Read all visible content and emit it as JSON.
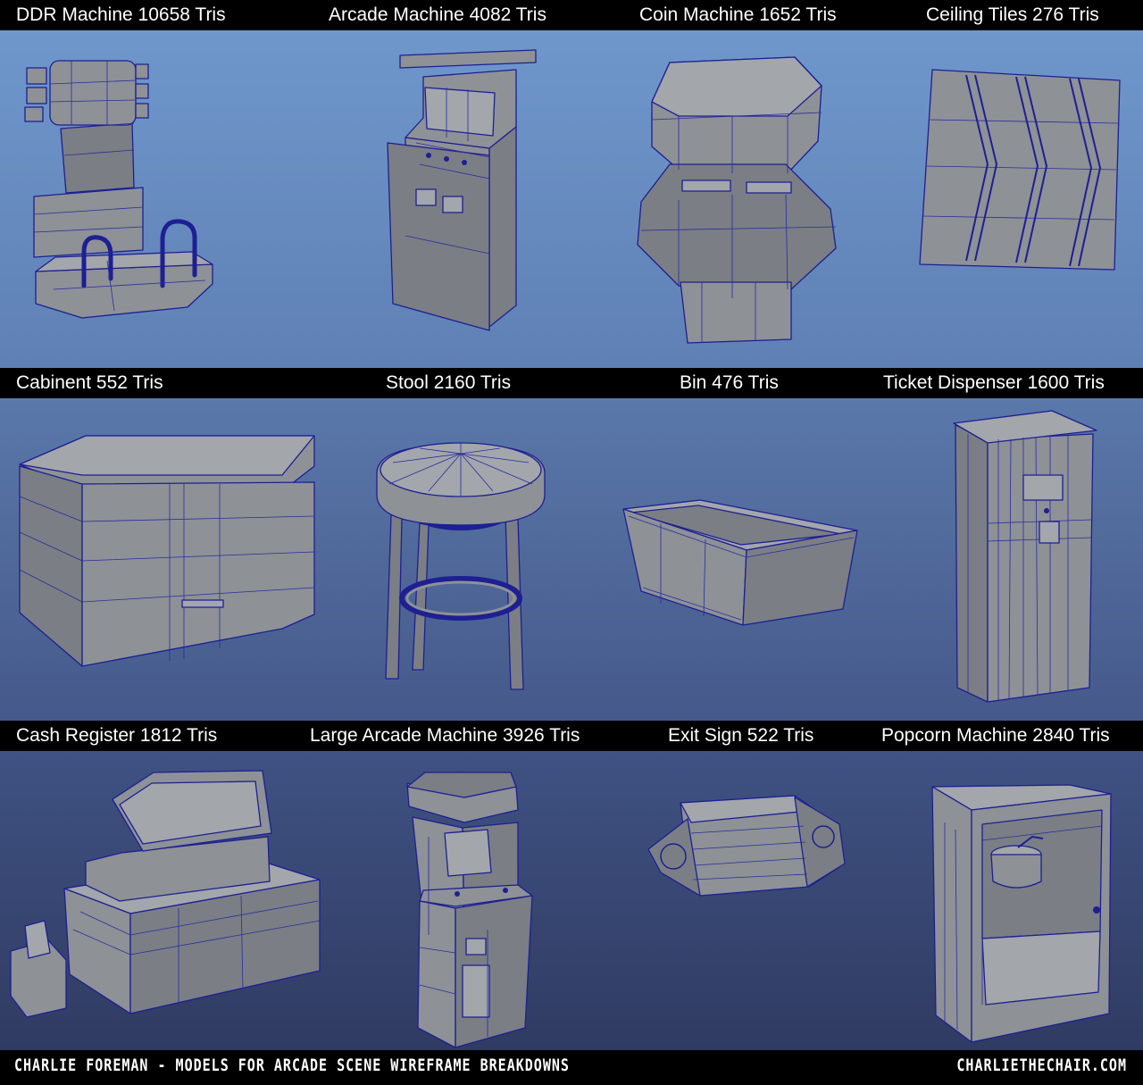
{
  "rows": [
    {
      "labels": [
        "DDR Machine 10658 Tris",
        "Arcade Machine 4082 Tris",
        "Coin Machine 1652 Tris",
        "Ceiling Tiles 276 Tris"
      ]
    },
    {
      "labels": [
        "Cabinent 552 Tris",
        "Stool 2160  Tris",
        "Bin 476 Tris",
        "Ticket Dispenser 1600 Tris"
      ]
    },
    {
      "labels": [
        "Cash Register 1812 Tris",
        "Large Arcade Machine 3926 Tris",
        "Exit Sign 522 Tris",
        "Popcorn Machine 2840 Tris"
      ]
    }
  ],
  "footer": {
    "left": "CHARLIE FOREMAN - MODELS FOR ARCADE SCENE WIREFRAME BREAKDOWNS",
    "right": "CHARLIETHECHAIR.COM"
  },
  "colors": {
    "background_top": "#6e95c9",
    "background_bottom": "#2f3a5e",
    "model_fill": "#8e9196",
    "wireframe": "#1d1f93",
    "label_bar": "#000000",
    "label_text": "#ffffff"
  }
}
